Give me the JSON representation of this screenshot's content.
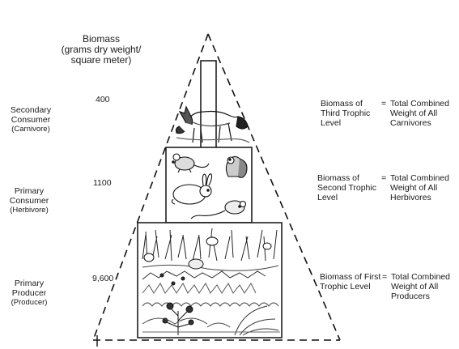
{
  "biomass_header": {
    "line1": "Biomass",
    "line2": "(grams dry weight/",
    "line3": "square meter)"
  },
  "levels": [
    {
      "name_line1": "Secondary",
      "name_line2": "Consumer",
      "type": "(Carnivore)",
      "biomass": "400",
      "desc_line1": "Biomass of",
      "desc_line2": "Third Trophic",
      "desc_line3": "Level",
      "equals": "=",
      "total_line1": "Total Combined",
      "total_line2": "Weight of All",
      "total_line3": "Carnivores"
    },
    {
      "name_line1": "Primary",
      "name_line2": "Consumer",
      "type": "(Herbivore)",
      "biomass": "1100",
      "desc_line1": "Biomass of",
      "desc_line2": "Second Trophic",
      "desc_line3": "Level",
      "equals": "=",
      "total_line1": "Total Combined",
      "total_line2": "Weight of All",
      "total_line3": "Herbivores"
    },
    {
      "name_line1": "Primary",
      "name_line2": "Producer",
      "type": "(Producer)",
      "biomass": "9,600",
      "desc_line1": "Biomass of First",
      "desc_line2": "Trophic Level",
      "equals": "=",
      "total_line1": "Total Combined",
      "total_line2": "Weight of All",
      "total_line3": "Producers"
    }
  ],
  "illustrations": {
    "level3": [
      "fox-icon"
    ],
    "level2": [
      "mouse-icon",
      "squirrel-icon",
      "rabbit-icon",
      "rat-icon"
    ],
    "level1": [
      "grass-icon",
      "flower-icon",
      "shrub-icon"
    ]
  }
}
